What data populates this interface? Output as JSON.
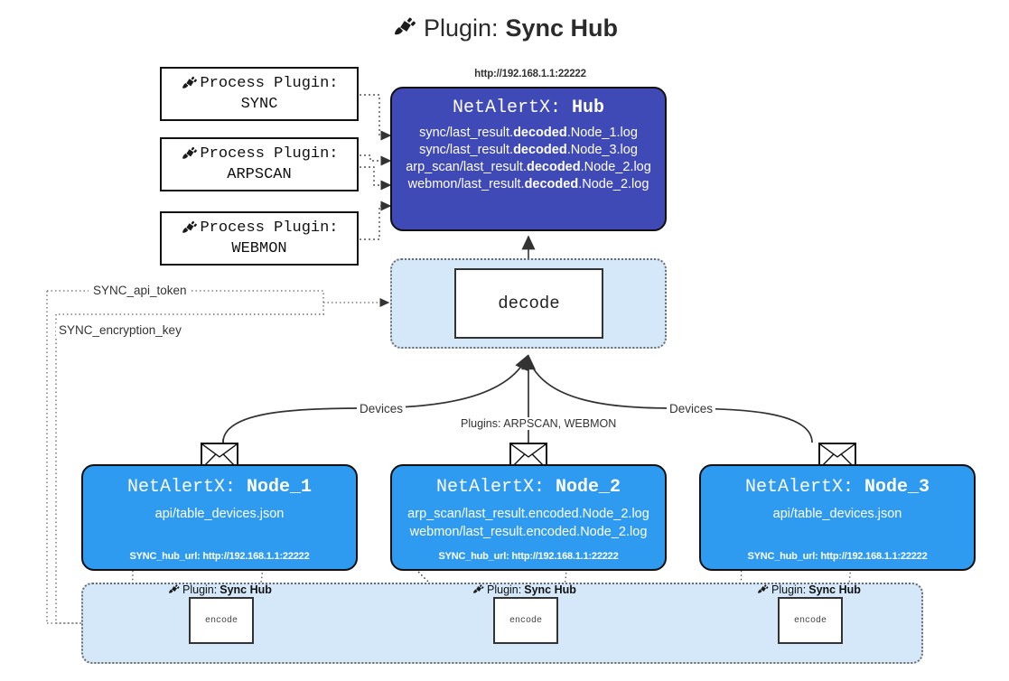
{
  "title": {
    "icon": "plug-icon",
    "prefix": "Plugin:",
    "name": "Sync Hub"
  },
  "process_plugins": [
    {
      "icon": "plug-icon",
      "line1": "Process Plugin:",
      "line2": "SYNC"
    },
    {
      "icon": "plug-icon",
      "line1": "Process Plugin:",
      "line2": "ARPSCAN"
    },
    {
      "icon": "plug-icon",
      "line1": "Process Plugin:",
      "line2": "WEBMON"
    }
  ],
  "hub": {
    "url": "http://192.168.1.1:22222",
    "title_prefix": "NetAlertX:",
    "title_name": "Hub",
    "logs": [
      {
        "pre": "sync/last_result.",
        "em": "decoded",
        "post": ".Node_1.log"
      },
      {
        "pre": "sync/last_result.",
        "em": "decoded",
        "post": ".Node_3.log"
      },
      {
        "pre": "arp_scan/last_result.",
        "em": "decoded",
        "post": ".Node_2.log"
      },
      {
        "pre": "webmon/last_result.",
        "em": "decoded",
        "post": ".Node_2.log"
      }
    ]
  },
  "decode": {
    "label": "decode"
  },
  "edge_labels": {
    "sync_api_token": "SYNC_api_token",
    "sync_encryption_key": "SYNC_encryption_key",
    "devices_left": "Devices",
    "devices_right": "Devices",
    "plugins_mid": "Plugins: ARPSCAN, WEBMON"
  },
  "nodes": [
    {
      "title_prefix": "NetAlertX:",
      "title_name": "Node_1",
      "lines": [
        "api/table_devices.json"
      ],
      "footer": "SYNC_hub_url: http://192.168.1.1:22222",
      "envelope_icon": "envelope-icon"
    },
    {
      "title_prefix": "NetAlertX:",
      "title_name": "Node_2",
      "lines": [
        "arp_scan/last_result.encoded.Node_2.log",
        "webmon/last_result.encoded.Node_2.log"
      ],
      "footer": "SYNC_hub_url: http://192.168.1.1:22222",
      "envelope_icon": "envelope-icon"
    },
    {
      "title_prefix": "NetAlertX:",
      "title_name": "Node_3",
      "lines": [
        "api/table_devices.json"
      ],
      "footer": "SYNC_hub_url: http://192.168.1.1:22222",
      "envelope_icon": "envelope-icon"
    }
  ],
  "encode_sections": [
    {
      "icon": "plug-icon",
      "caption_prefix": "Plugin:",
      "caption_name": "Sync Hub",
      "box_label": "encode"
    },
    {
      "icon": "plug-icon",
      "caption_prefix": "Plugin:",
      "caption_name": "Sync Hub",
      "box_label": "encode"
    },
    {
      "icon": "plug-icon",
      "caption_prefix": "Plugin:",
      "caption_name": "Sync Hub",
      "box_label": "encode"
    }
  ],
  "colors": {
    "hub_fill": "#3f4ab7",
    "node_fill": "#2f9bf0",
    "container_fill": "#d4e8fa",
    "stroke": "#111111",
    "dotted_stroke": "#6b6b6b"
  }
}
